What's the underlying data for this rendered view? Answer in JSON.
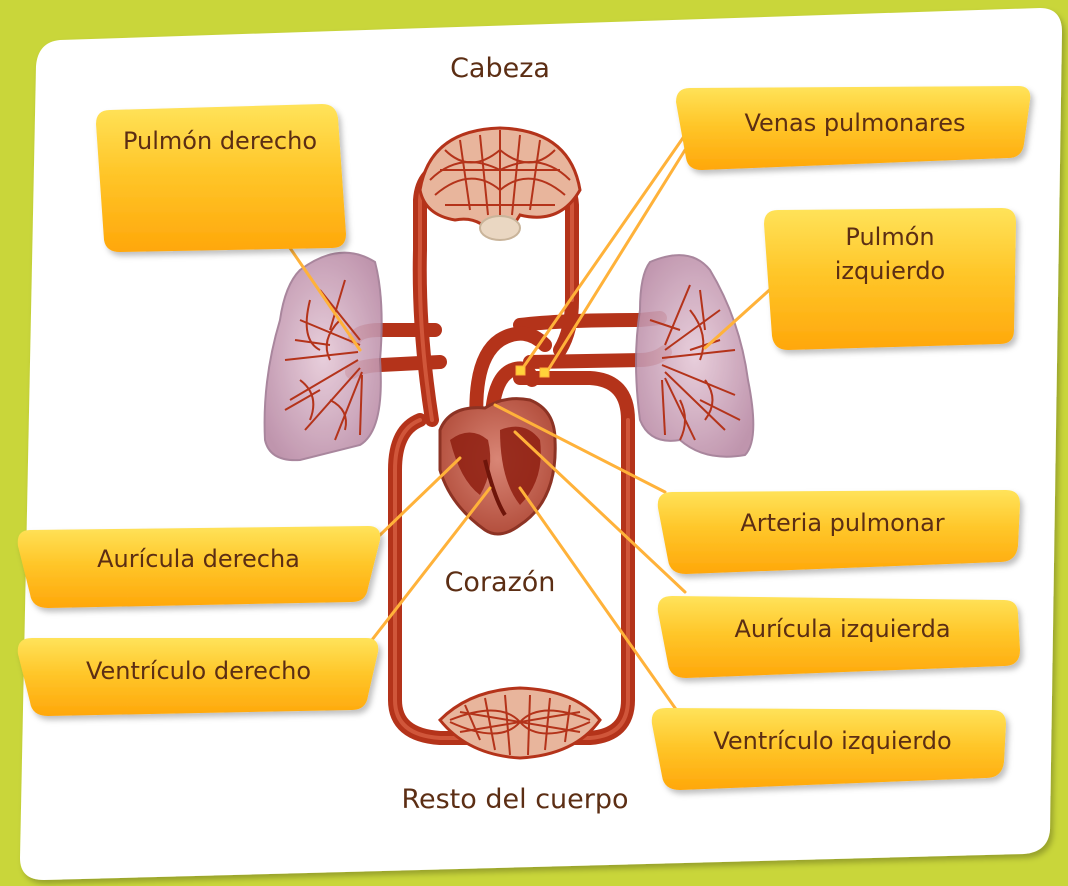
{
  "diagram": {
    "title_top": "Cabeza",
    "center_label": "Corazón",
    "bottom_label": "Resto del cuerpo",
    "labels": {
      "right_lung": "Pulmón derecho",
      "pulmonary_veins": "Venas pulmonares",
      "left_lung_line1": "Pulmón",
      "left_lung_line2": "izquierdo",
      "pulmonary_artery": "Arteria pulmonar",
      "right_atrium": "Aurícula derecha",
      "left_atrium": "Aurícula izquierda",
      "right_ventricle": "Ventrículo derecho",
      "left_ventricle": "Ventrículo izquierdo"
    },
    "colors": {
      "frame_background": "#c9d63a",
      "panel": "#ffffff",
      "label_box_top": "#ffd93a",
      "label_box_bottom": "#ffae0a",
      "leader_line": "#ffb23a",
      "vessel": "#b4331a",
      "lung": "#c9a3b8",
      "heart": "#c7614d",
      "text": "#5c2e14"
    }
  }
}
